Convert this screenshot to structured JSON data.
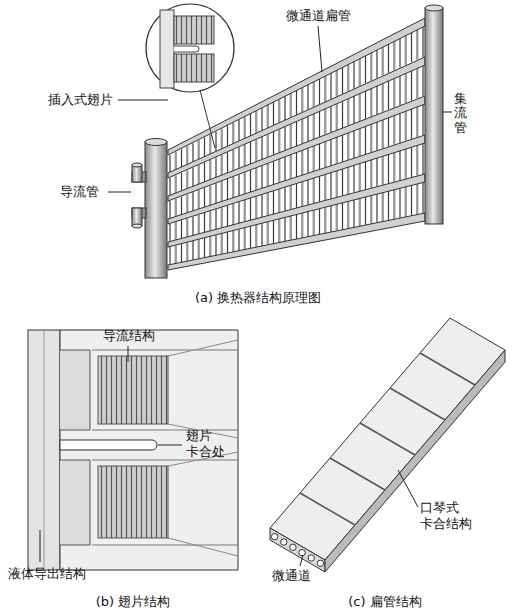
{
  "diagram": {
    "labels": [
      "微通道扁管",
      "插入式翅片",
      "集流管",
      "导流管",
      "(a) 换热器结构原理图",
      "导流结构",
      "翅片 卡合处",
      "液体导出结构",
      "(b) 翅片结构",
      "口琴式 卡合结构",
      "微通道",
      "(c) 扁管结构"
    ]
  }
}
